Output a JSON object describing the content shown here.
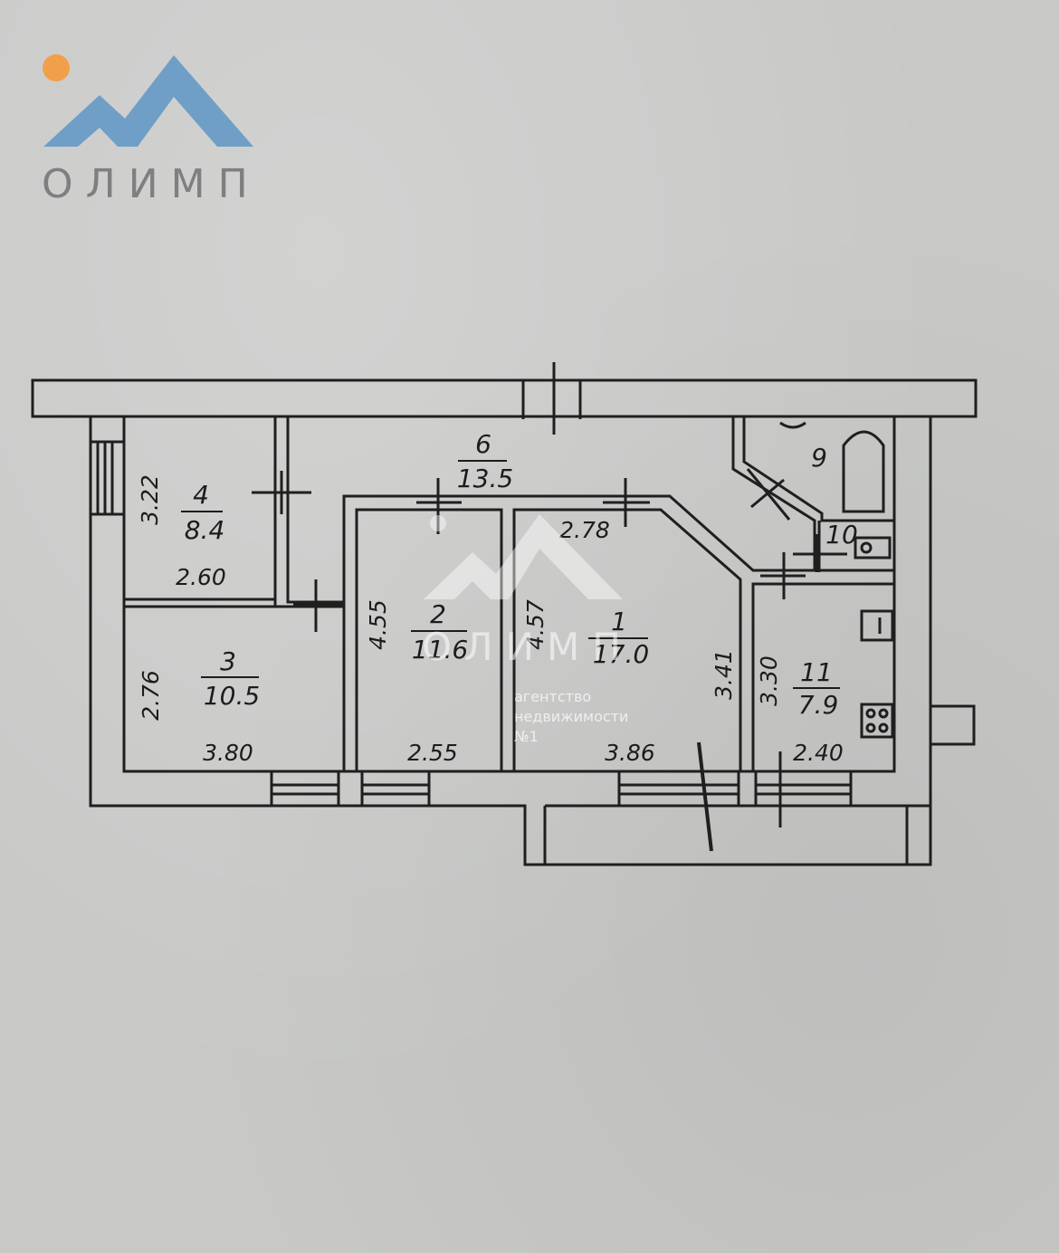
{
  "logo": {
    "name": "ОЛИМП",
    "colors": {
      "mountain": "#6f9fc6",
      "sun": "#f0a04a",
      "text": "#7d7f80"
    }
  },
  "watermark": {
    "name": "ОЛИМП",
    "line1": "агентство",
    "line2": "недвижимости",
    "line3": "№1"
  },
  "rooms": [
    {
      "id": "1",
      "area": "17.0"
    },
    {
      "id": "2",
      "area": "11.6"
    },
    {
      "id": "3",
      "area": "10.5"
    },
    {
      "id": "4",
      "area": "8.4"
    },
    {
      "id": "6",
      "area": "13.5"
    },
    {
      "id": "9",
      "area": ""
    },
    {
      "id": "10",
      "area": ""
    },
    {
      "id": "11",
      "area": "7.9"
    }
  ],
  "dimensions": {
    "room4_height": "3.22",
    "room4_width": "2.60",
    "room3_height": "2.76",
    "room3_width": "3.80",
    "room2_height": "4.55",
    "room2_width": "2.55",
    "room1_height_left": "4.57",
    "room1_height_right": "3.41",
    "room1_width_top": "2.78",
    "room1_width": "3.86",
    "room11_height": "3.30",
    "room11_width": "2.40"
  }
}
